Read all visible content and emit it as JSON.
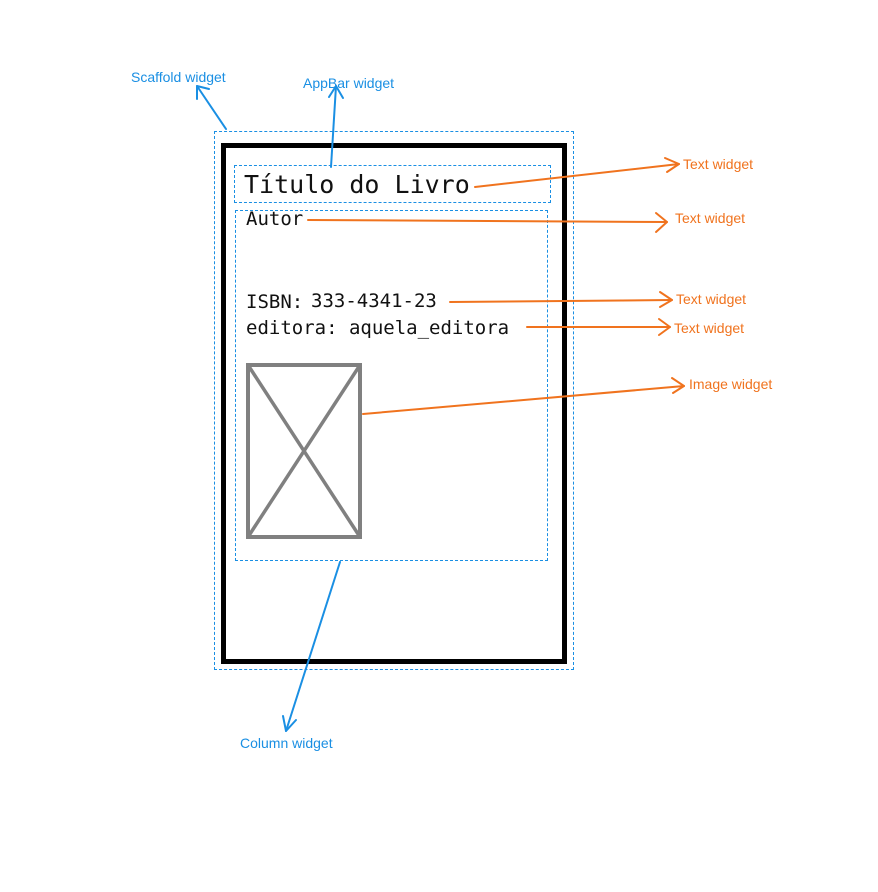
{
  "phone": {
    "title": "Título do Livro",
    "author": "Autor",
    "isbn_label": "ISBN:",
    "isbn_value": "333-4341-23",
    "publisher": "editora: aquela_editora"
  },
  "annotations": {
    "scaffold": "Scaffold widget",
    "appbar": "AppBar widget",
    "column": "Column widget",
    "text_title": "Text widget",
    "text_author": "Text widget",
    "text_isbn": "Text widget",
    "text_publisher": "Text widget",
    "image": "Image widget"
  },
  "colors": {
    "structure": "#1a8fe3",
    "content": "#f0731e",
    "frame": "#000000",
    "placeholder": "#808080"
  },
  "icons": {
    "image_placeholder": "crossed-box-icon"
  }
}
